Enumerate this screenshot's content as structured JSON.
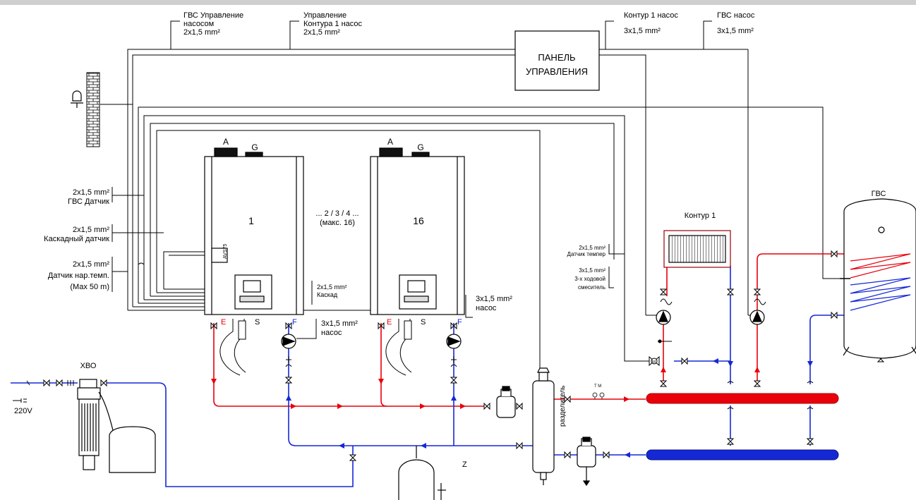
{
  "labels": {
    "dhw_pump_control": [
      "ГВС Управление",
      "насосом",
      "2х1,5 mm²"
    ],
    "circuit1_pump_control": [
      "Управление",
      "Контура 1 насос",
      "2х1,5 mm²"
    ],
    "circuit1_pump": [
      "Контур 1 насос",
      "3х1,5 mm²"
    ],
    "dhw_pump": [
      "ГВС насос",
      "3х1,5 mm²"
    ],
    "control_panel": [
      "ПАНЕЛЬ",
      "УПРАВЛЕНИЯ"
    ],
    "dhw_sensor": [
      "2х1,5 mm²",
      "ГВС Датчик"
    ],
    "cascade_sensor": [
      "2х1,5 mm²",
      "Каскадный датчик"
    ],
    "outdoor_sensor": [
      "2х1,5 mm²",
      "Датчик нар.темп.",
      "(Max 50 m)"
    ],
    "boiler1_num": "1",
    "boiler16_num": "16",
    "between_boilers": [
      "... 2 / 3 / 4 ...",
      "(макс. 16)"
    ],
    "cascade_cable": [
      "2х1,5 mm²",
      "Каскад"
    ],
    "pump_cable_1": [
      "3х1,5 mm²",
      "насос"
    ],
    "pump_cable_2": [
      "3х1,5 mm²",
      "насос"
    ],
    "port_A": "A",
    "port_G": "G",
    "port_E": "E",
    "port_S": "S",
    "port_F": "F",
    "module_label": "AVS75",
    "circuit1_title": "Контур 1",
    "temp_sensor_cable": [
      "2х1,5 mm²",
      "Датчик темпер"
    ],
    "mixer_cable": [
      "3х1,5 mm²",
      "3-х ходовой",
      "смеситель"
    ],
    "dhw_tank": "ГВС",
    "water_treatment": "ХВО",
    "voltage": "220V",
    "separator": "разделитель",
    "gauge_letters": "T M",
    "mixer_letter": "M",
    "z_mark": "Z"
  },
  "colors": {
    "hot": "#e8000b",
    "cold": "#1428d6",
    "wire": "#000000",
    "gray": "#888888"
  }
}
